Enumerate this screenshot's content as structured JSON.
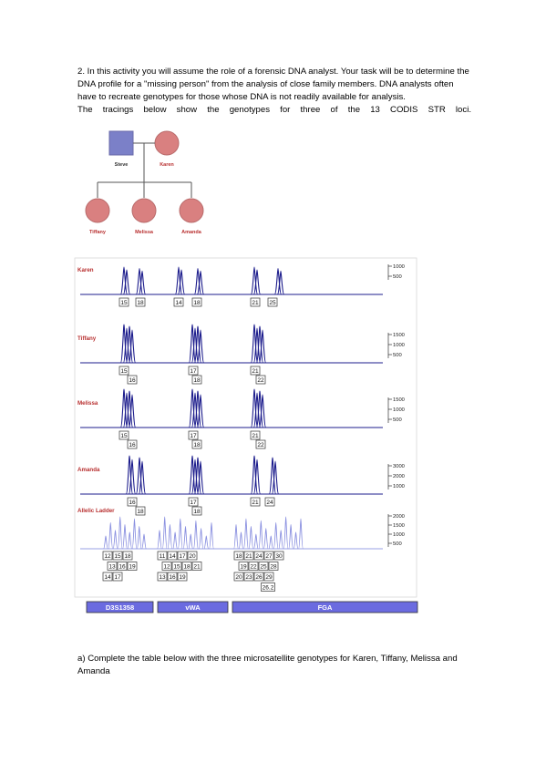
{
  "intro": {
    "para1": "2. In this activity you will assume the role of a forensic DNA analyst. Your task will be to determine the DNA profile for a \"missing person\" from the analysis of close family members. DNA analysts often have to recreate genotypes for those whose DNA is not readily available for analysis.",
    "para2": "The tracings below show the genotypes for three of the 13 CODIS STR loci."
  },
  "pedigree": {
    "father": "Steve",
    "mother": "Karen",
    "children": [
      "Tiffany",
      "Melissa",
      "Amanda"
    ]
  },
  "traces": [
    {
      "label": "Karen",
      "scale": [
        "1000",
        "500"
      ],
      "d3": [
        "15",
        "18"
      ],
      "vwa": [
        "14",
        "18"
      ],
      "fga": [
        "21",
        "25"
      ]
    },
    {
      "label": "Tiffany",
      "scale": [
        "1500",
        "1000",
        "500"
      ],
      "d3": [
        "15",
        "16"
      ],
      "vwa": [
        "17",
        "18"
      ],
      "fga": [
        "21",
        "22"
      ]
    },
    {
      "label": "Melissa",
      "scale": [
        "1500",
        "1000",
        "500"
      ],
      "d3": [
        "15",
        "16"
      ],
      "vwa": [
        "17",
        "18"
      ],
      "fga": [
        "21",
        "22"
      ]
    },
    {
      "label": "Amanda",
      "scale": [
        "3000",
        "2000",
        "1000"
      ],
      "d3": [
        "16",
        "18"
      ],
      "vwa": [
        "17",
        "18"
      ],
      "fga": [
        "21",
        "24"
      ]
    }
  ],
  "ladder": {
    "label": "Allelic Ladder",
    "scale": [
      "2000",
      "1500",
      "1000",
      "500"
    ],
    "d3": [
      [
        "12",
        "15",
        "18"
      ],
      [
        "13",
        "16",
        "19"
      ],
      [
        "14",
        "17"
      ]
    ],
    "vwa": [
      [
        "11",
        "14",
        "17",
        "20"
      ],
      [
        "12",
        "15",
        "18",
        "21"
      ],
      [
        "13",
        "16",
        "19"
      ]
    ],
    "fga": [
      [
        "18",
        "21",
        "24",
        "27",
        "30"
      ],
      [
        "19",
        "22",
        "25",
        "28"
      ],
      [
        "20",
        "23",
        "26",
        "29"
      ],
      [
        "26.2"
      ]
    ]
  },
  "loci": [
    "D3S1358",
    "vWA",
    "FGA"
  ],
  "colors": {
    "trace": "#1c1c8c",
    "male": "#7b80c8",
    "female": "#d98080",
    "locus_bar": "#6b6be0",
    "label": "#b83030"
  },
  "question": "a) Complete the table below with the three microsatellite genotypes for Karen, Tiffany, Melissa and Amanda"
}
